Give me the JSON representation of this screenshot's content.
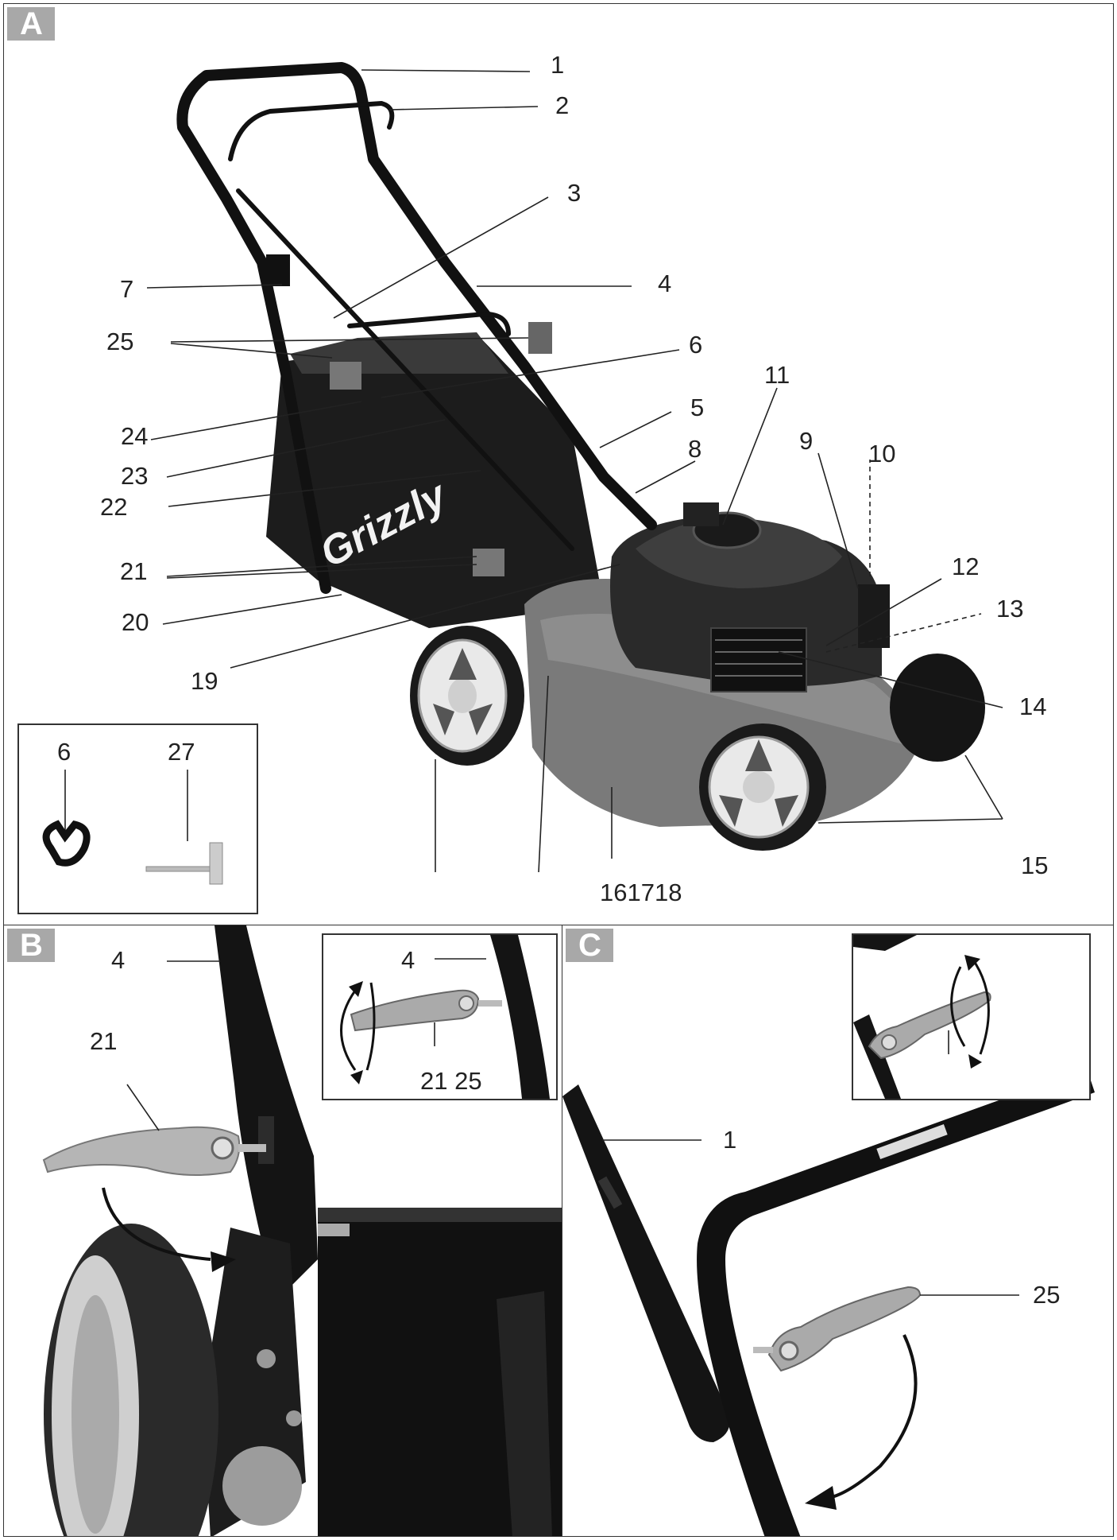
{
  "panels": {
    "a": {
      "tag": "A"
    },
    "b": {
      "tag": "B"
    },
    "c": {
      "tag": "C"
    }
  },
  "callouts_a": [
    "1",
    "2",
    "3",
    "4",
    "5",
    "6",
    "7",
    "8",
    "9",
    "10",
    "11",
    "12",
    "13",
    "14",
    "15",
    "161718",
    "19",
    "20",
    "21",
    "22",
    "23",
    "24",
    "25"
  ],
  "accessory_inset": {
    "part_1": "6",
    "part_2": "27"
  },
  "brand": "Grizzly",
  "panel_b": {
    "tube": "4",
    "lever": "21",
    "inset_tube": "4",
    "inset_levers": "21 25"
  },
  "panel_c": {
    "tube": "1",
    "lever": "25"
  }
}
